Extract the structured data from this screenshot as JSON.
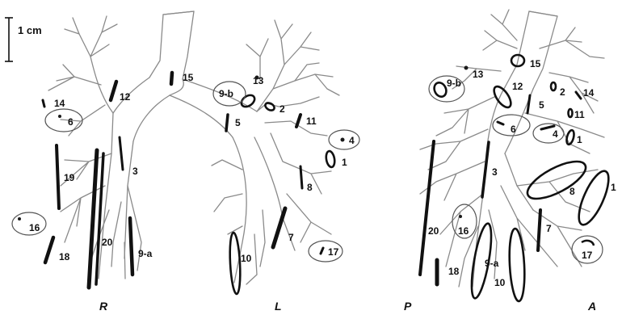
{
  "scale_bar": {
    "label": "1 cm"
  },
  "views": {
    "right": "R",
    "left": "L",
    "posterior": "P",
    "anterior": "A"
  },
  "stations_frontal": {
    "s1": "1",
    "s2": "2",
    "s3": "3",
    "s4": "4",
    "s5": "5",
    "s6": "6",
    "s7": "7",
    "s8": "8",
    "s9a": "9-a",
    "s9b": "9-b",
    "s10": "10",
    "s11": "11",
    "s12": "12",
    "s13": "13",
    "s14": "14",
    "s15": "15",
    "s16": "16",
    "s17": "17",
    "s18": "18",
    "s19": "19",
    "s20": "20"
  },
  "stations_lateral": {
    "s1": "1",
    "s1b": "1",
    "s2": "2",
    "s3": "3",
    "s4": "4",
    "s5": "5",
    "s6": "6",
    "s7": "7",
    "s8": "8",
    "s9a": "9-a",
    "s9b": "9-b",
    "s10": "10",
    "s11": "11",
    "s12": "12",
    "s13": "13",
    "s14": "14",
    "s15": "15",
    "s16": "16",
    "s17": "17",
    "s18": "18",
    "s20": "20"
  },
  "colors": {
    "airway": "#8a8a8a",
    "node": "#1a1a1a"
  }
}
